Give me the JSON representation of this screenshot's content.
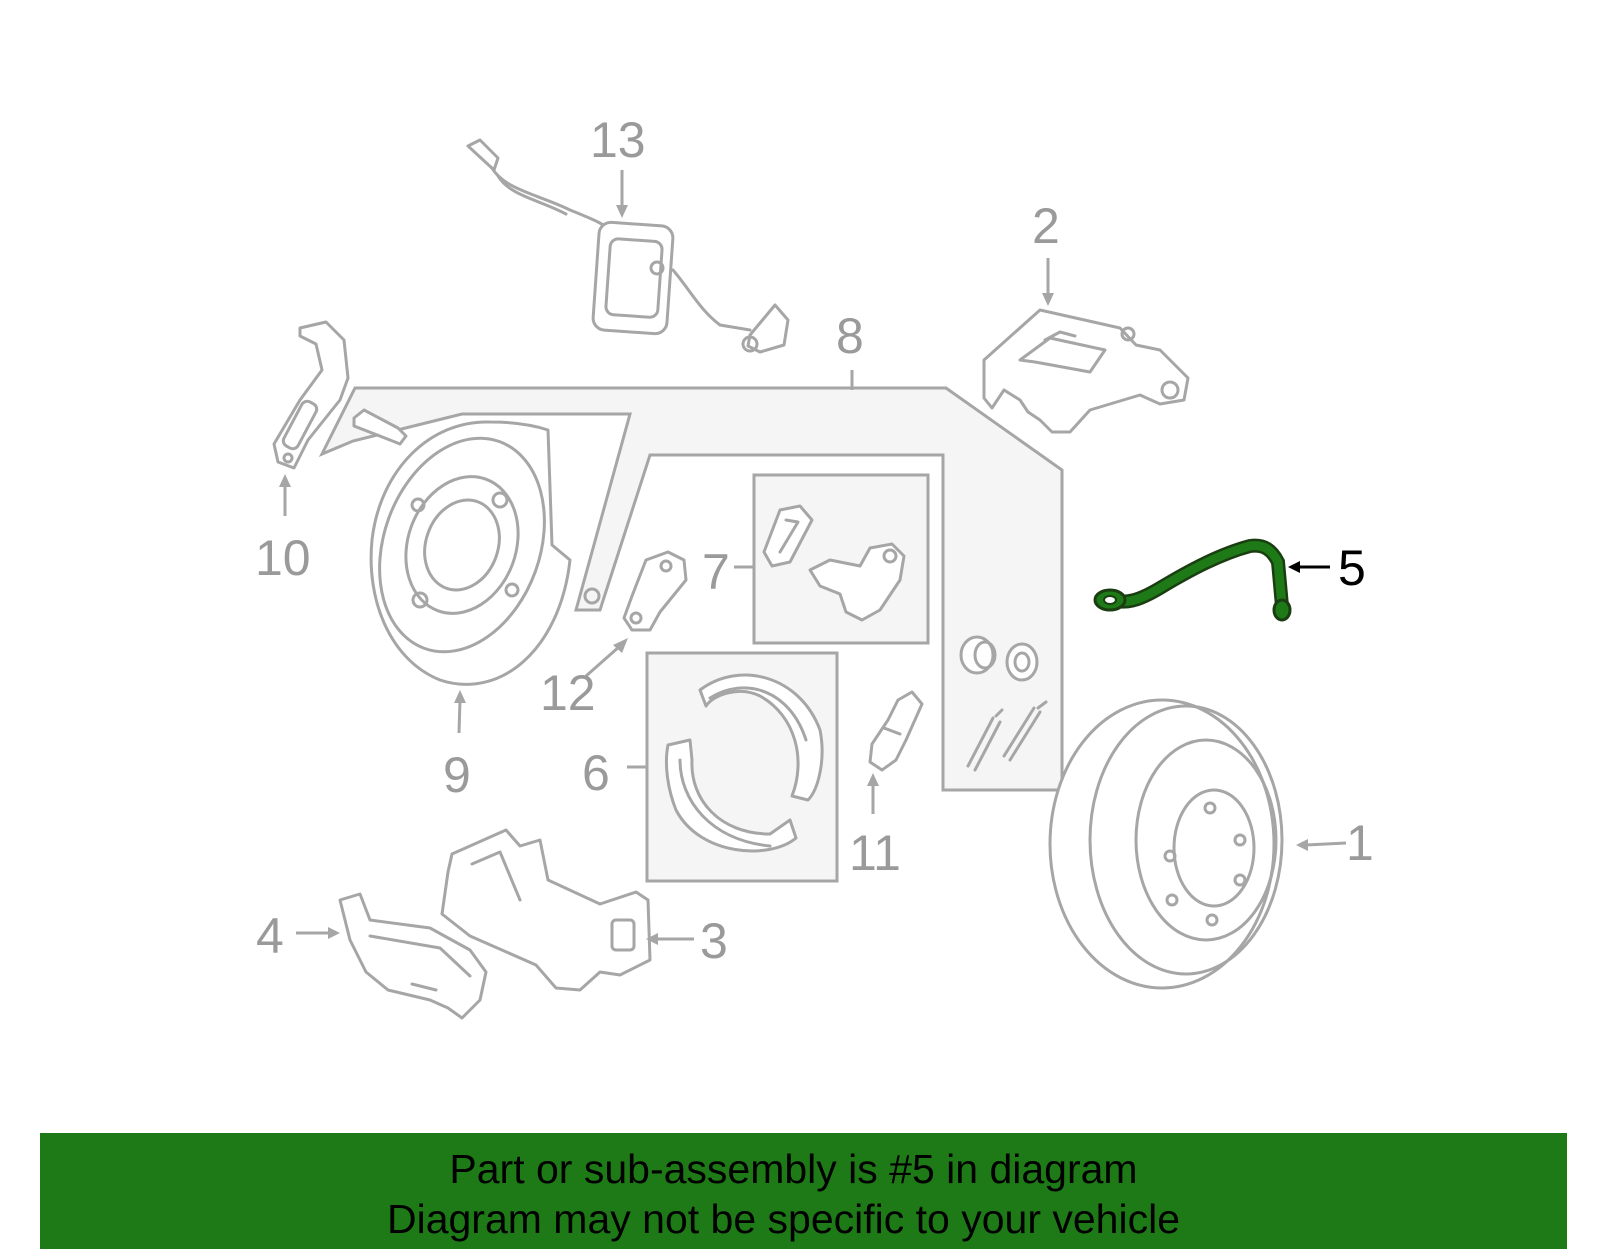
{
  "callouts": {
    "c1": "1",
    "c2": "2",
    "c3": "3",
    "c4": "4",
    "c5": "5",
    "c6": "6",
    "c7": "7",
    "c8": "8",
    "c9": "9",
    "c10": "10",
    "c11": "11",
    "c12": "12",
    "c13": "13"
  },
  "highlighted_part": "5",
  "colors": {
    "highlight_part": "#1e7a16",
    "banner": "#1e7a16",
    "part_outline": "#a6a6a6",
    "callout_text": "#9a9a9a",
    "highlight_text": "#000000",
    "group_fill": "#f5f5f5"
  },
  "banner": {
    "line1": "Part or sub-assembly is #5 in diagram",
    "line2": "Diagram may not be specific to your vehicle"
  }
}
